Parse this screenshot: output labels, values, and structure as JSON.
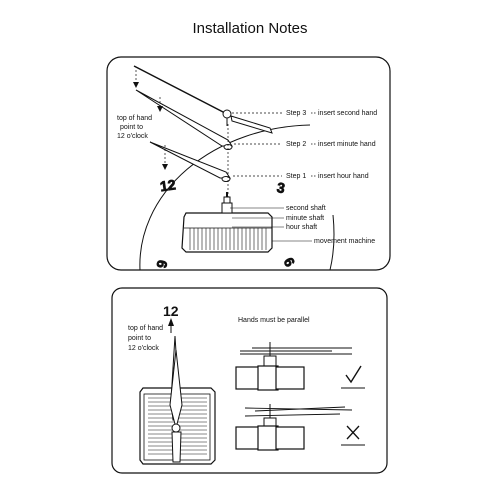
{
  "title": "Installation Notes",
  "top_panel": {
    "top_of_hand": [
      "top of hand",
      "point to",
      "12 o'clock"
    ],
    "steps": [
      {
        "step": "Step 3",
        "action": "insert second hand"
      },
      {
        "step": "Step 2",
        "action": "insert minute hand"
      },
      {
        "step": "Step 1",
        "action": "insert hour hand"
      }
    ],
    "shafts": [
      "second shaft",
      "minute shaft",
      "hour shaft"
    ],
    "movement": "movement  machine",
    "dial_numbers": {
      "twelve": "12",
      "three": "3",
      "nine": "9",
      "six": "6"
    }
  },
  "bottom_panel": {
    "number": "12",
    "top_of_hand": [
      "top of hand",
      "point to",
      "12 o'clock"
    ],
    "parallel_note": "Hands must be parallel",
    "correct_mark": "check-mark-icon",
    "wrong_mark": "cross-mark-icon"
  },
  "colors": {
    "line": "#111111",
    "background": "#ffffff"
  }
}
